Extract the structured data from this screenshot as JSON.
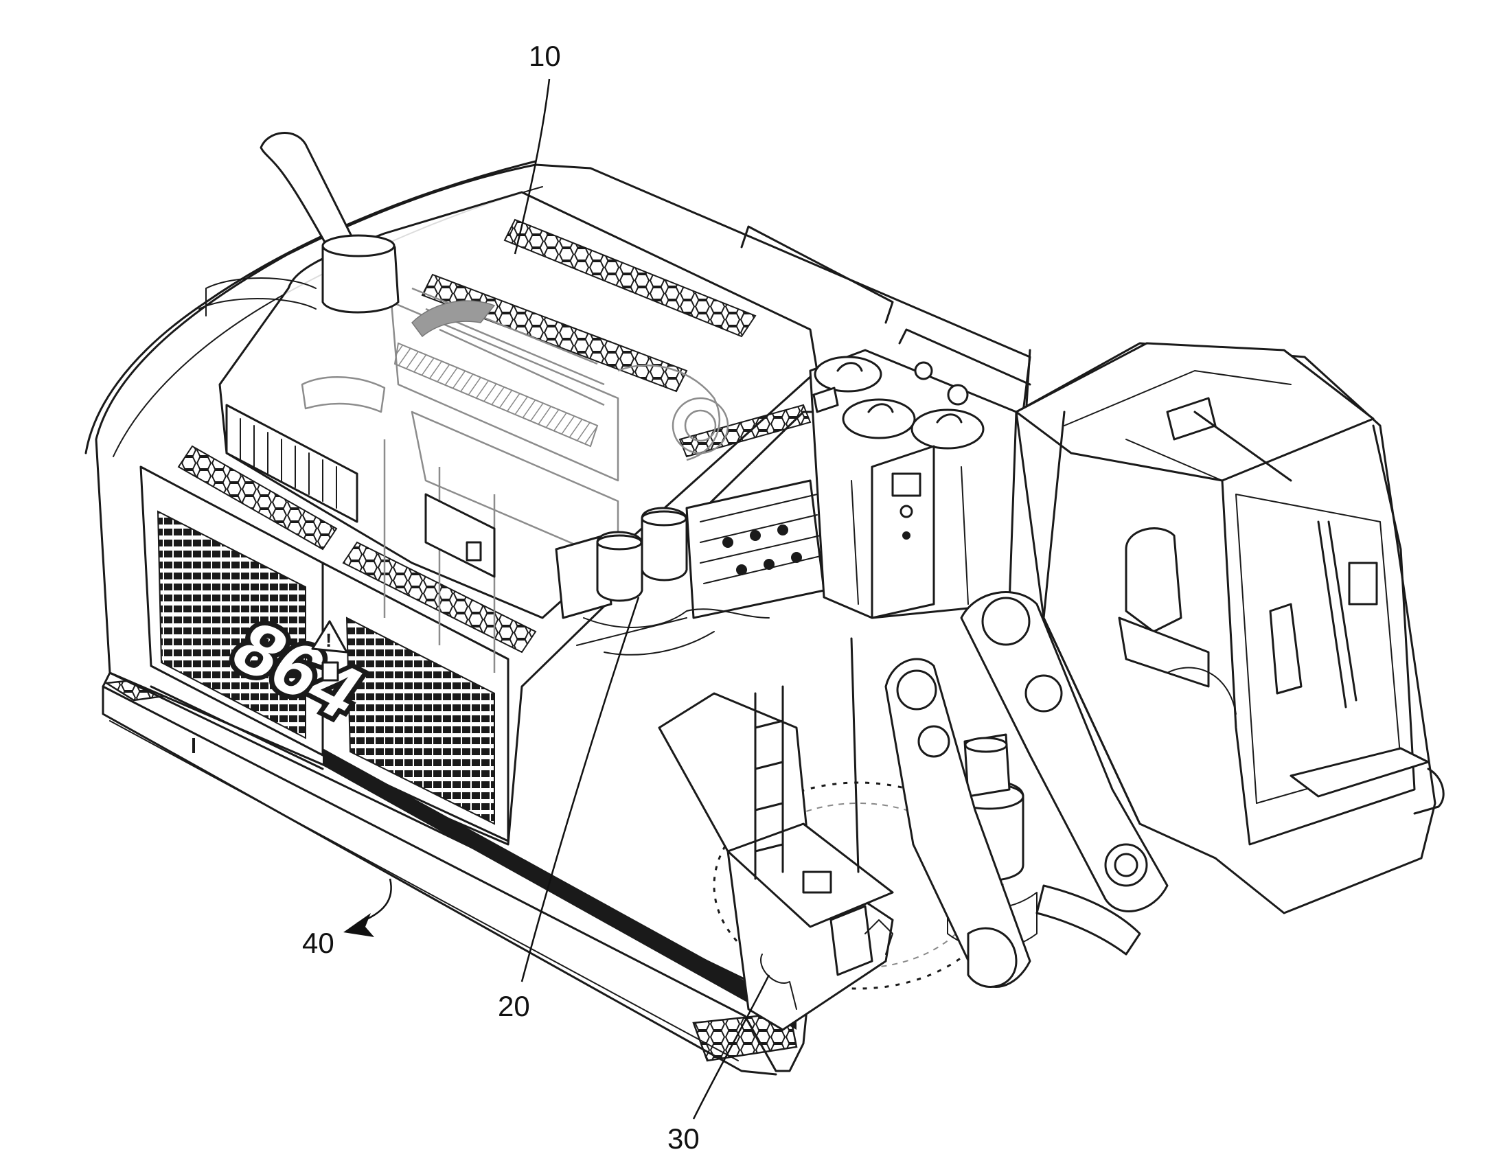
{
  "figure": {
    "callouts": [
      {
        "id": "upper-structure",
        "label": "10"
      },
      {
        "id": "hydraulic-pump-assembly",
        "label": "20"
      },
      {
        "id": "boom-mount-frame",
        "label": "30"
      },
      {
        "id": "machine-assembly",
        "label": "40"
      }
    ],
    "model_badge": "864",
    "colors": {
      "ink": "#1a1a1a",
      "ghost": "#8c8c8c",
      "background": "#ffffff"
    }
  }
}
